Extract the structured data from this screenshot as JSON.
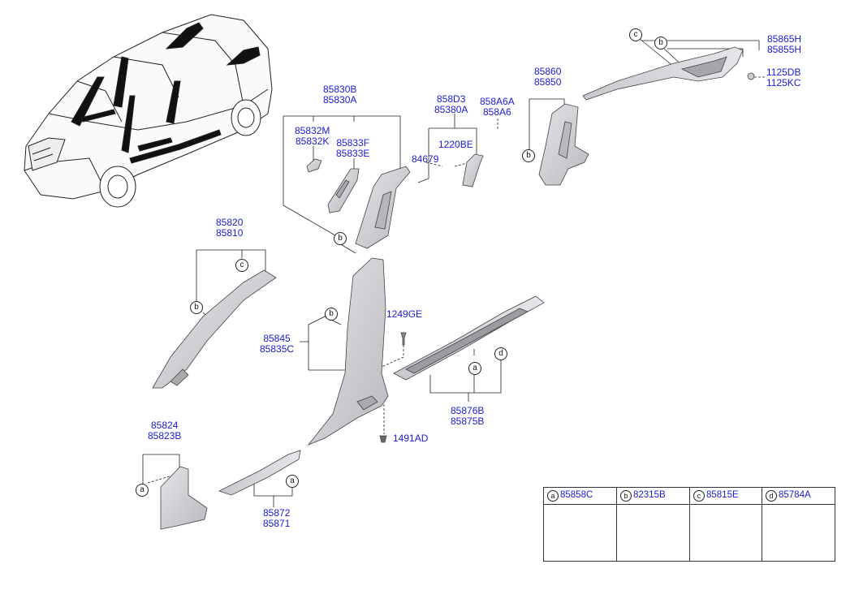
{
  "labels": {
    "p85830": [
      "85830B",
      "85830A"
    ],
    "p85832": [
      "85832M",
      "85832K"
    ],
    "p85833": [
      "85833F",
      "85833E"
    ],
    "p858d3": [
      "858D3",
      "85380A"
    ],
    "p1220": "1220BE",
    "p84679": "84679",
    "p858a6": [
      "858A6A",
      "858A6"
    ],
    "p85860": [
      "85860",
      "85850"
    ],
    "p85865": [
      "85865H",
      "85855H"
    ],
    "p1125": [
      "1125DB",
      "1125KC"
    ],
    "p85820": [
      "85820",
      "85810"
    ],
    "p1249": "1249GE",
    "p85845": [
      "85845",
      "85835C"
    ],
    "p85876": [
      "85876B",
      "85875B"
    ],
    "p1491": "1491AD",
    "p85824": [
      "85824",
      "85823B"
    ],
    "p85872": [
      "85872",
      "85871"
    ]
  },
  "callouts": {
    "c_top_c": "c",
    "c_top_b": "b",
    "c_pillar_b": "b",
    "c_rear_b": "b",
    "c_a_c": "c",
    "c_a_b": "b",
    "c_center_b": "b",
    "c_sill_a": "a",
    "c_sill_d": "d",
    "c_lower_a": "a",
    "c_step_a": "a"
  },
  "legend": [
    {
      "letter": "a",
      "part": "85858C",
      "icon": "clip-a-icon"
    },
    {
      "letter": "b",
      "part": "82315B",
      "icon": "push-pin-icon"
    },
    {
      "letter": "c",
      "part": "85815E",
      "icon": "clip-c-icon"
    },
    {
      "letter": "d",
      "part": "85784A",
      "icon": "clip-d-icon"
    }
  ],
  "colors": {
    "part_text": "#1a1ad6",
    "line": "#222222",
    "trim_fill": "#d4d4d8"
  }
}
